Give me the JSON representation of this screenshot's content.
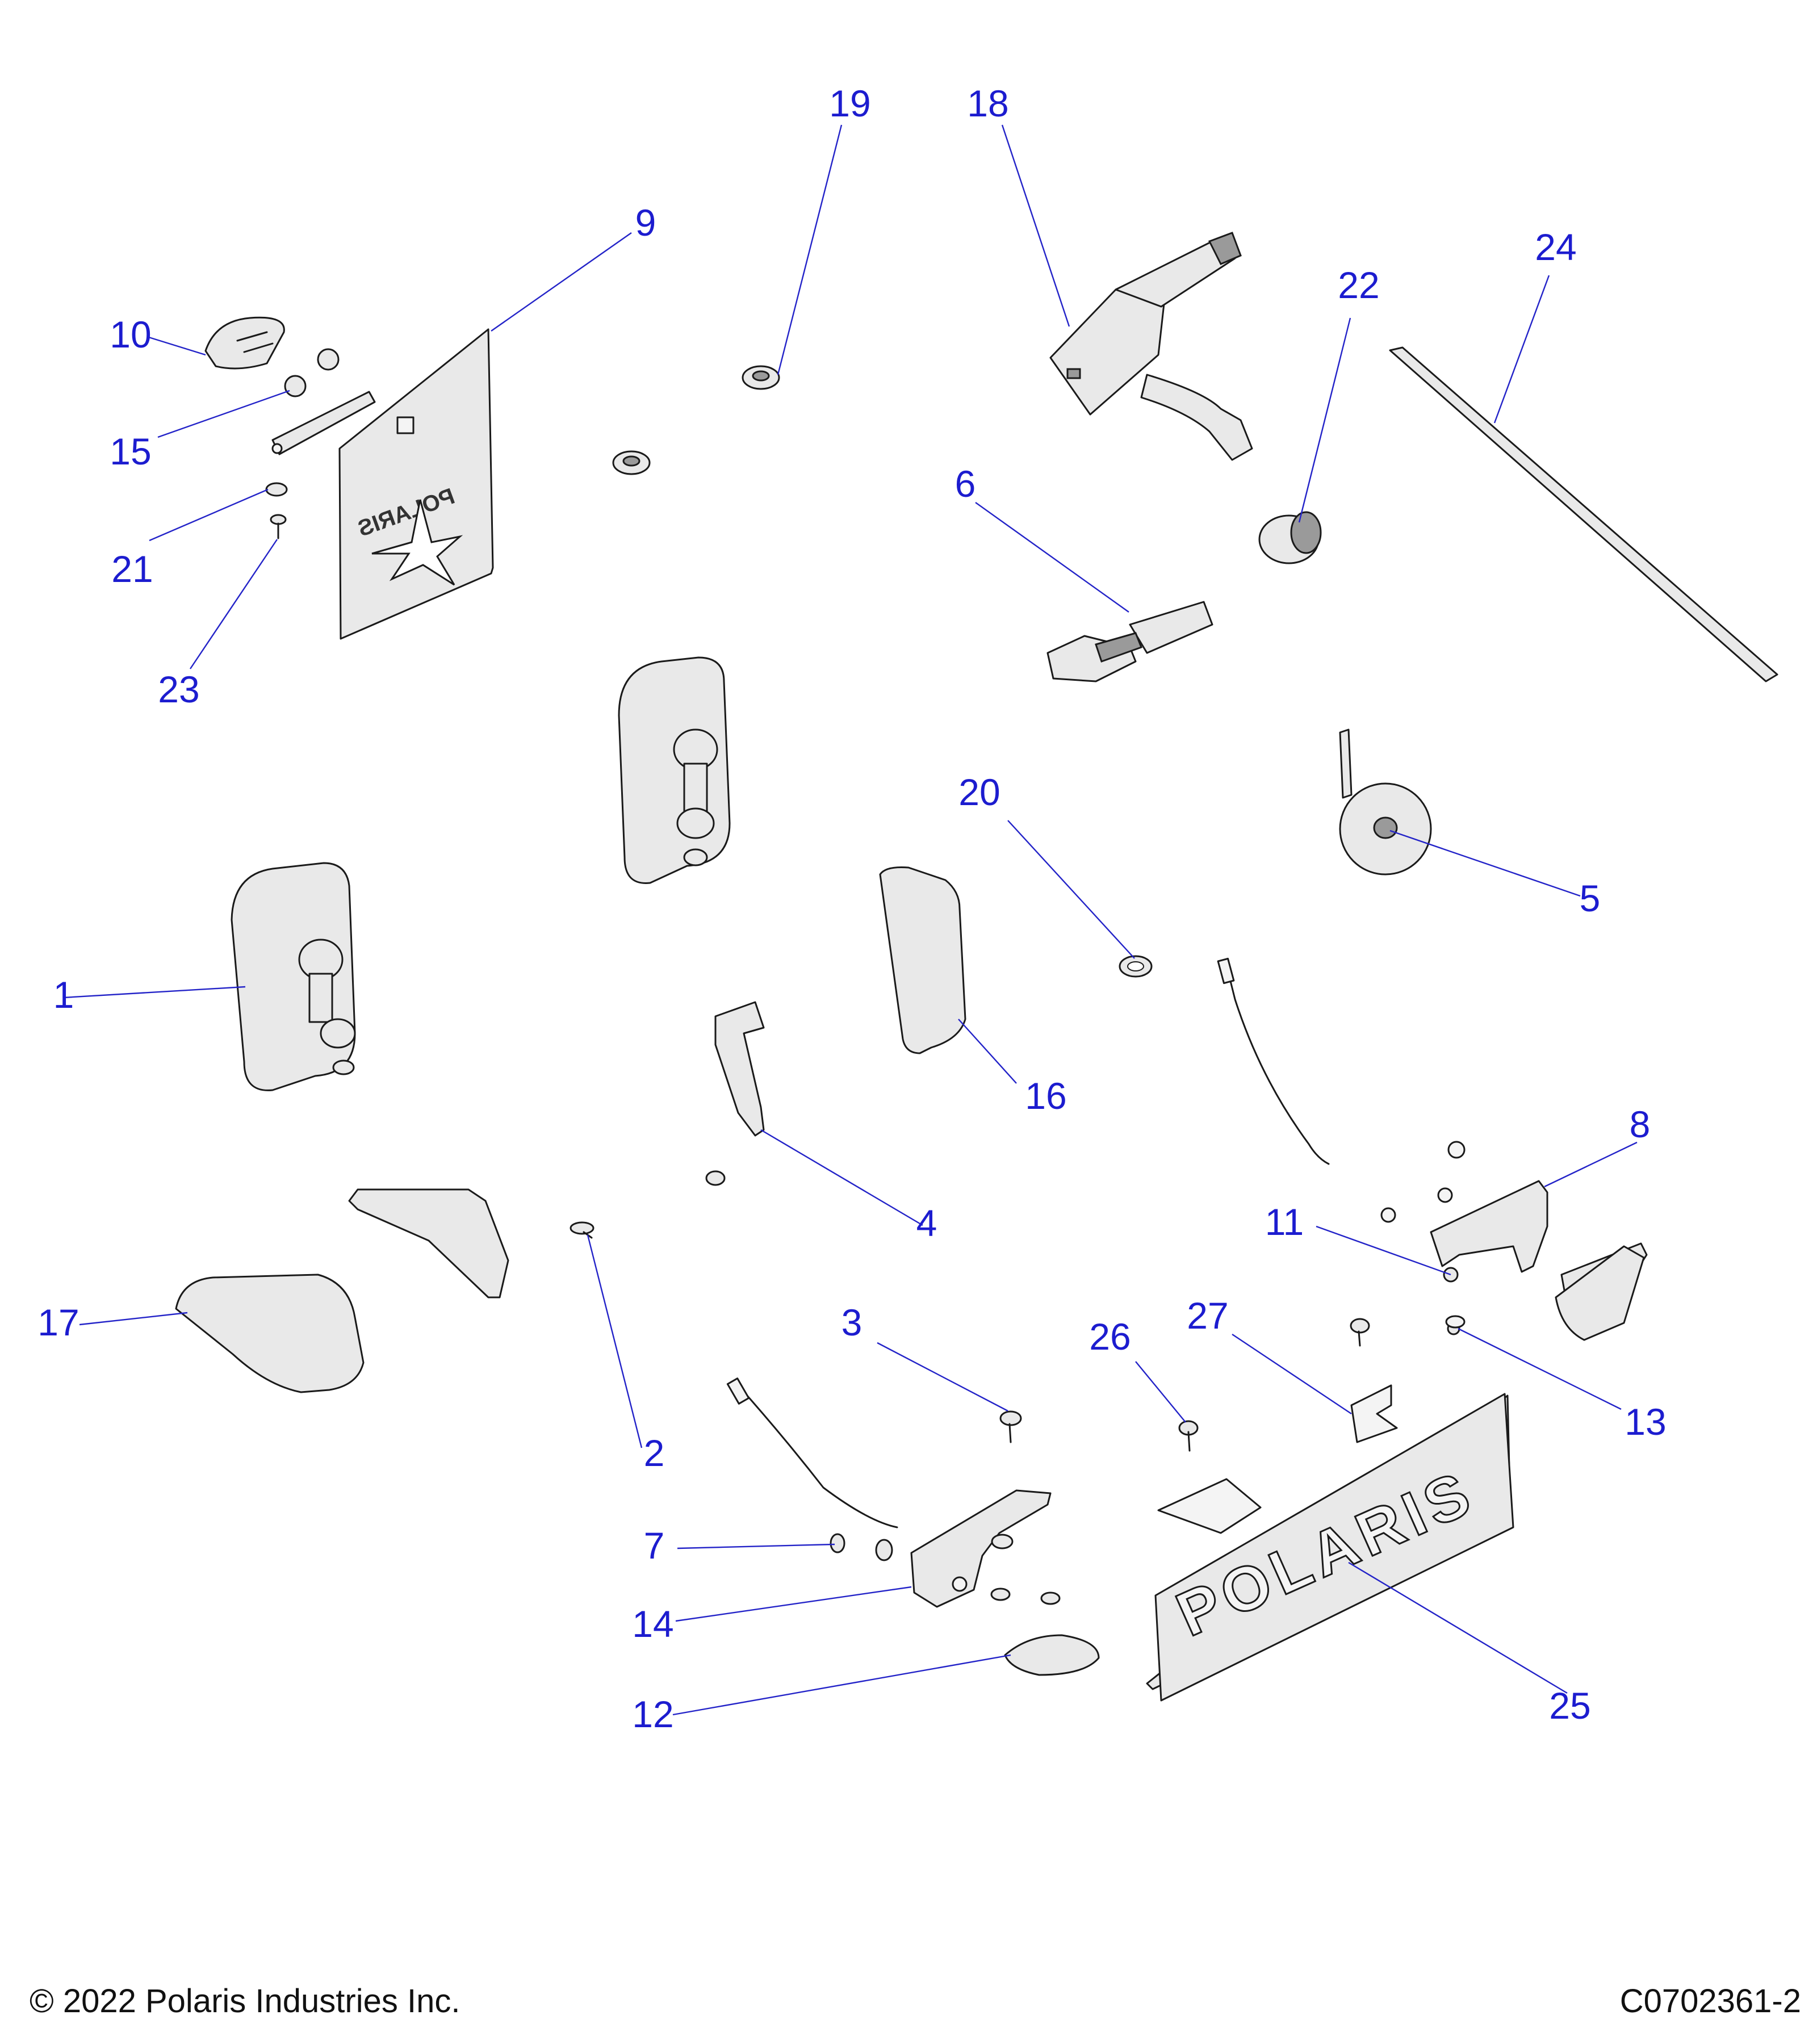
{
  "callouts": [
    "1",
    "2",
    "3",
    "4",
    "5",
    "6",
    "7",
    "8",
    "9",
    "10",
    "11",
    "12",
    "13",
    "14",
    "15",
    "16",
    "17",
    "18",
    "19",
    "20",
    "21",
    "22",
    "23",
    "24",
    "25",
    "26",
    "27"
  ],
  "plate_text_front": "POLARIS",
  "plate_text_mirror": "POLARIS",
  "copyright": "© 2022 Polaris Industries Inc.",
  "drawing_id": "C0702361-2",
  "colors": {
    "callout": "#1c1ccf",
    "leader": "#2323c8",
    "part_fill": "#e9e9e9",
    "outline": "#1a1a1a"
  }
}
